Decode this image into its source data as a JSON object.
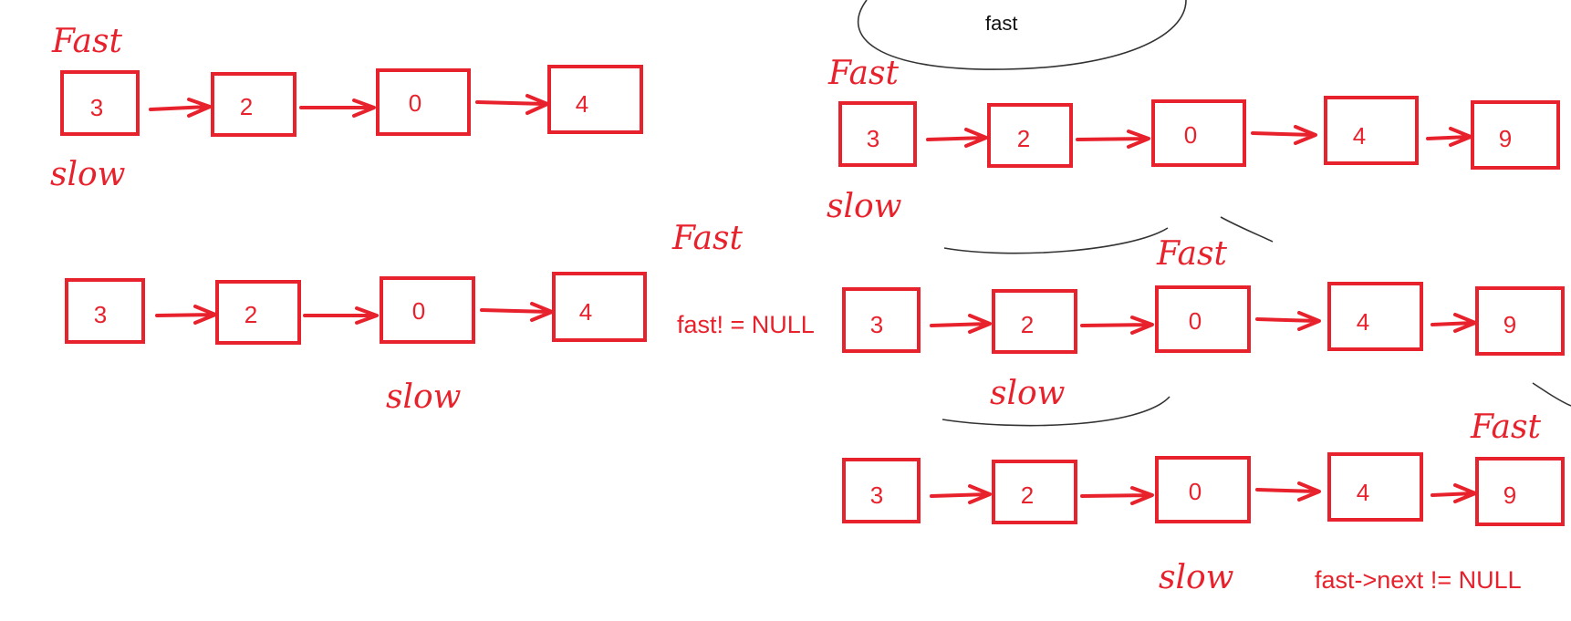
{
  "labels": {
    "fast": "Fast",
    "slow": "slow",
    "fast_lower": "fast"
  },
  "conditions": {
    "even": "fast!  = NULL",
    "odd": "fast->next != NULL"
  },
  "lists": {
    "even_list": [
      "3",
      "2",
      "0",
      "4"
    ],
    "odd_list": [
      "3",
      "2",
      "0",
      "4",
      "9"
    ]
  },
  "colors": {
    "ink": "#e8222c",
    "pencil": "#333333"
  }
}
